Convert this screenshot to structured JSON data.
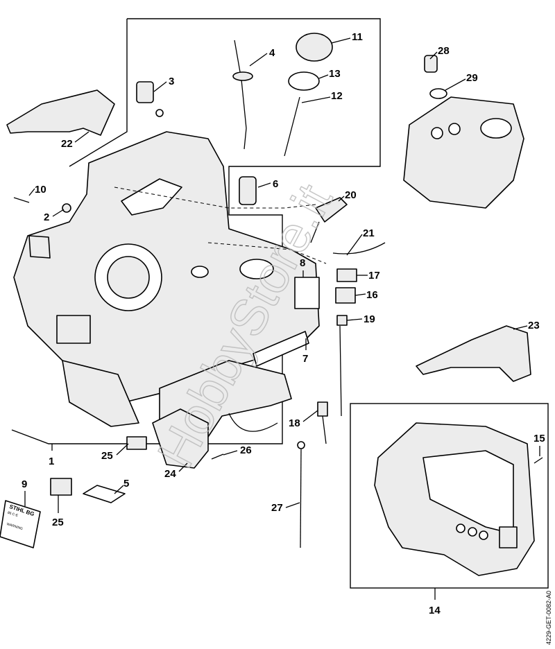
{
  "diagram": {
    "part_labels": [
      "1",
      "2",
      "3",
      "4",
      "5",
      "6",
      "7",
      "8",
      "9",
      "10",
      "11",
      "12",
      "13",
      "14",
      "15",
      "16",
      "17",
      "18",
      "19",
      "20",
      "21",
      "22",
      "23",
      "24",
      "25",
      "25",
      "26",
      "27",
      "28",
      "29"
    ],
    "sticker_text": {
      "brand": "STIHL BG",
      "line": "86 C-E",
      "warning": "WARNING"
    },
    "watermark": "HobbyStore.it",
    "drawing_code": "4229-GET-0082-A0"
  }
}
